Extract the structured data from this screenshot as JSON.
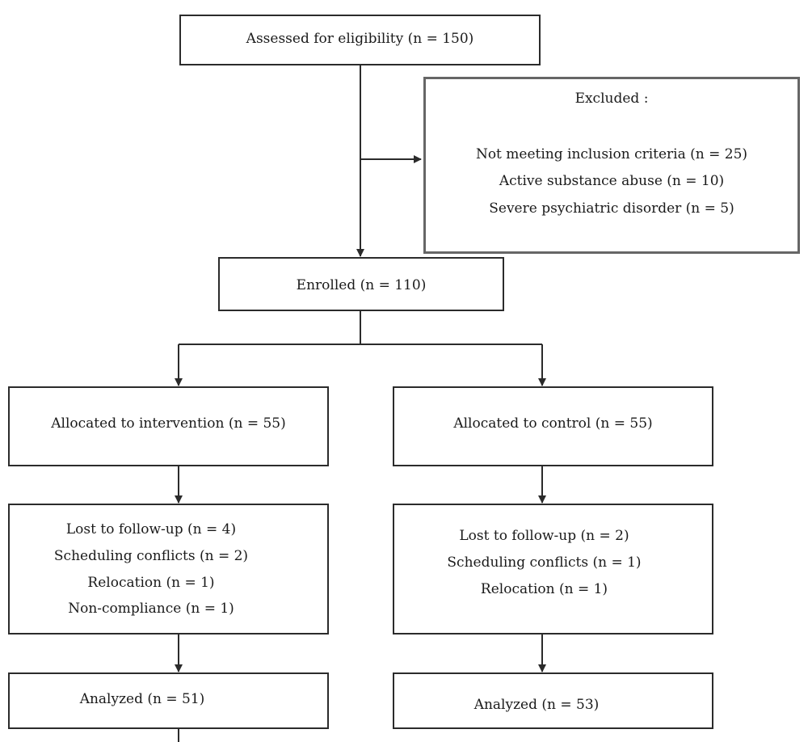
{
  "assessed": {
    "label": "Assessed for eligibility (n = 150)"
  },
  "excluded": {
    "title": "Excluded :",
    "reasons": [
      "Not meeting inclusion criteria (n = 25)",
      "Active substance abuse (n = 10)",
      "Severe psychiatric disorder (n = 5)"
    ]
  },
  "enrolled": {
    "label": "Enrolled (n = 110)"
  },
  "intervention": {
    "allocated": "Allocated to intervention (n = 55)",
    "lost": [
      "Lost to follow-up (n = 4)",
      "Scheduling conflicts (n = 2)",
      "Relocation (n = 1)",
      "Non-compliance (n = 1)"
    ],
    "analyzed": "Analyzed (n = 51)"
  },
  "control": {
    "allocated": "Allocated to control (n = 55)",
    "lost": [
      "Lost to follow-up (n = 2)",
      "Scheduling conflicts (n = 1)",
      "Relocation (n = 1)"
    ],
    "analyzed": "Analyzed (n = 53)"
  },
  "colors": {
    "line": "#2b2b2b",
    "excluded_border": "#666666",
    "text": "#1a1a1a"
  }
}
